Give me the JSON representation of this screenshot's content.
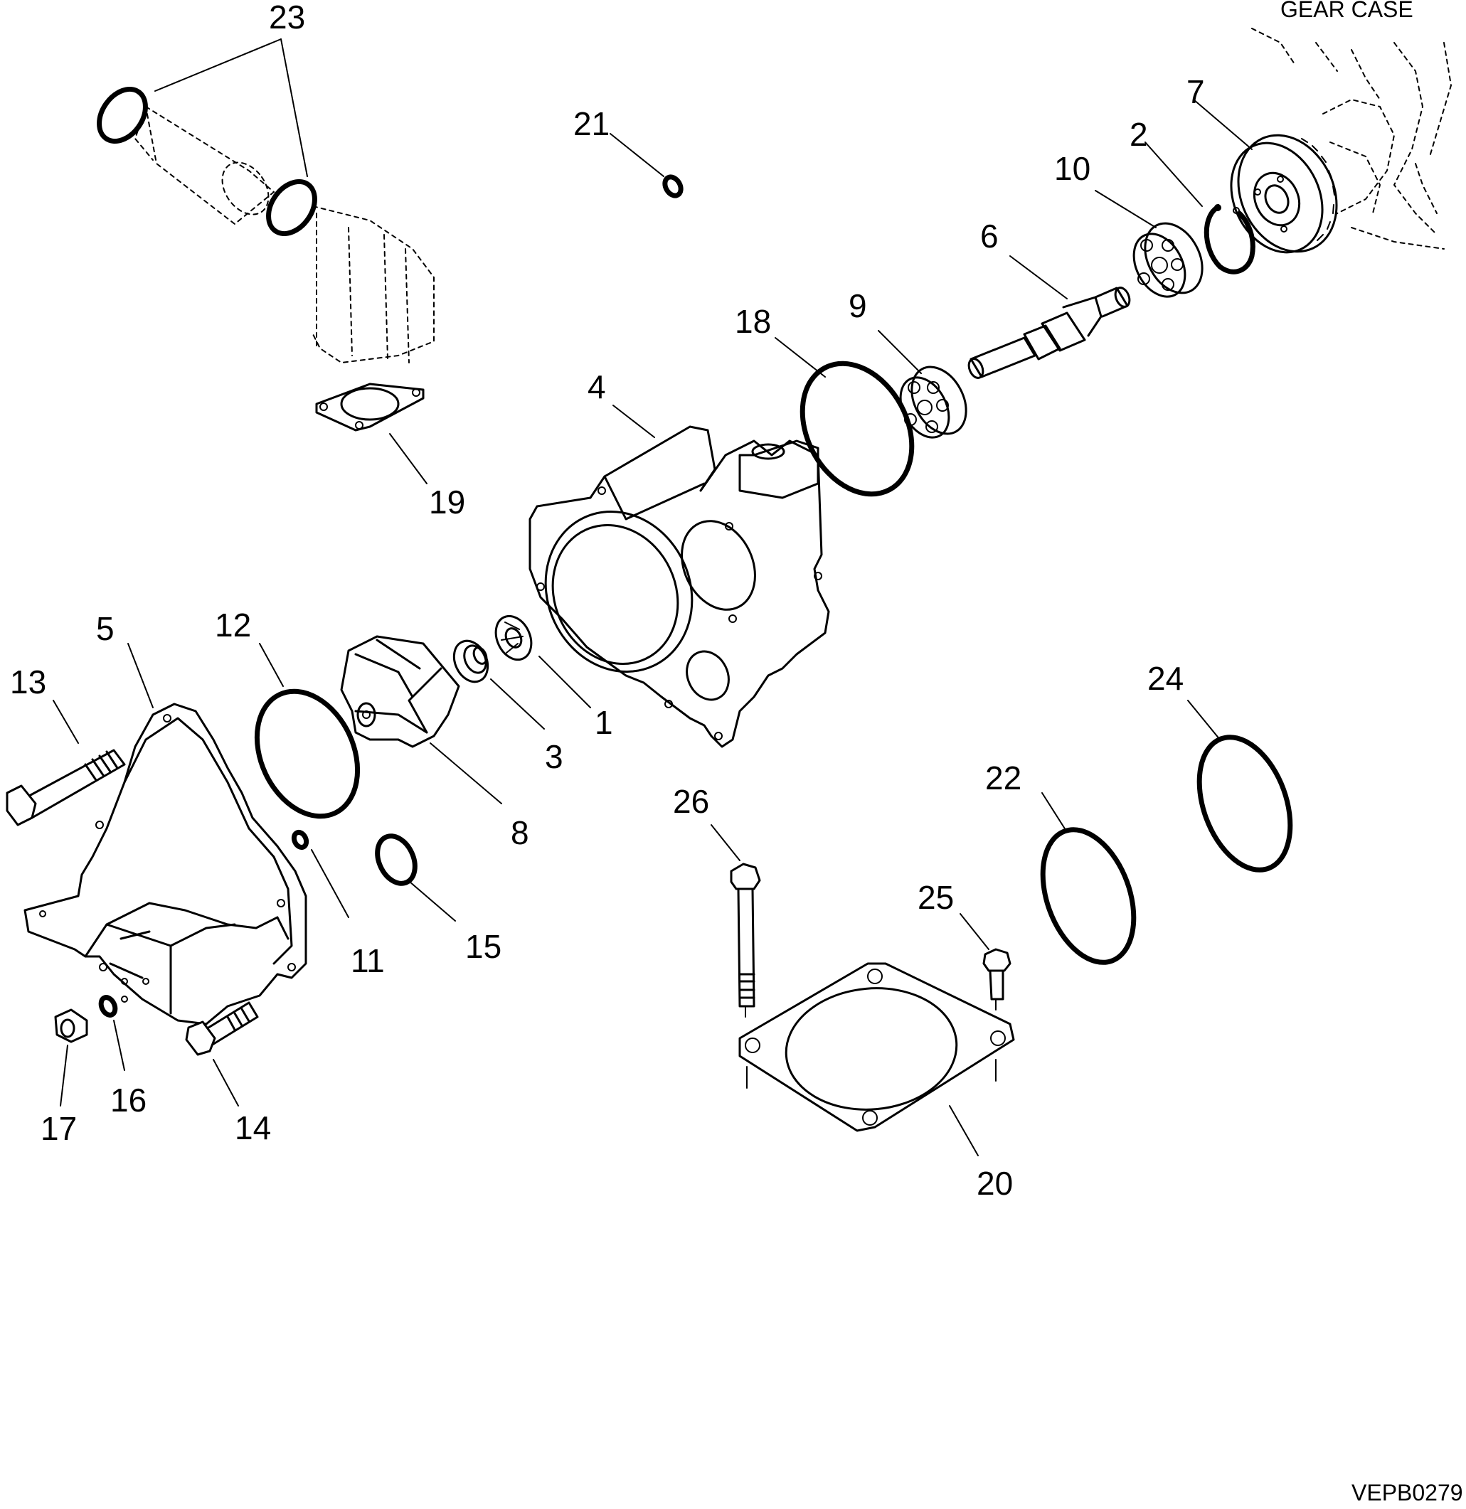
{
  "labels": {
    "gear_case": "GEAR CASE",
    "figure_code": "VEPB0279"
  },
  "callouts": {
    "c1": "1",
    "c2": "2",
    "c3": "3",
    "c4": "4",
    "c5": "5",
    "c6": "6",
    "c7": "7",
    "c8": "8",
    "c9": "9",
    "c10": "10",
    "c11": "11",
    "c12": "12",
    "c13": "13",
    "c14": "14",
    "c15": "15",
    "c16": "16",
    "c17": "17",
    "c18": "18",
    "c19": "19",
    "c20": "20",
    "c21": "21",
    "c22": "22",
    "c23": "23",
    "c24": "24",
    "c25": "25",
    "c26": "26"
  }
}
